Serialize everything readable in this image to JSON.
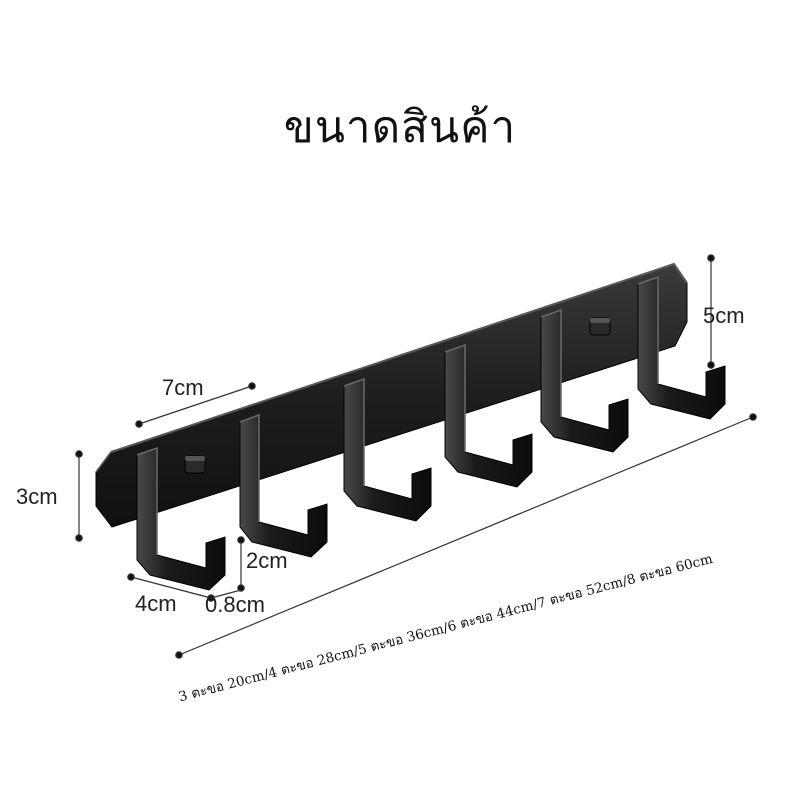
{
  "title": "ขนาดสินค้า",
  "product": {
    "hook_count_shown": 6,
    "color": "#1c1c1c"
  },
  "dimensions": {
    "rail_spacing": "7cm",
    "rail_height": "3cm",
    "hook_height": "5cm",
    "hook_tip": "2cm",
    "hook_depth": "4cm",
    "thickness": "0.8cm"
  },
  "length_caption": "3 ตะขอ 20cm/4 ตะขอ 28cm/5 ตะขอ 36cm/6 ตะขอ 44cm/7 ตะขอ 52cm/8 ตะขอ 60cm"
}
